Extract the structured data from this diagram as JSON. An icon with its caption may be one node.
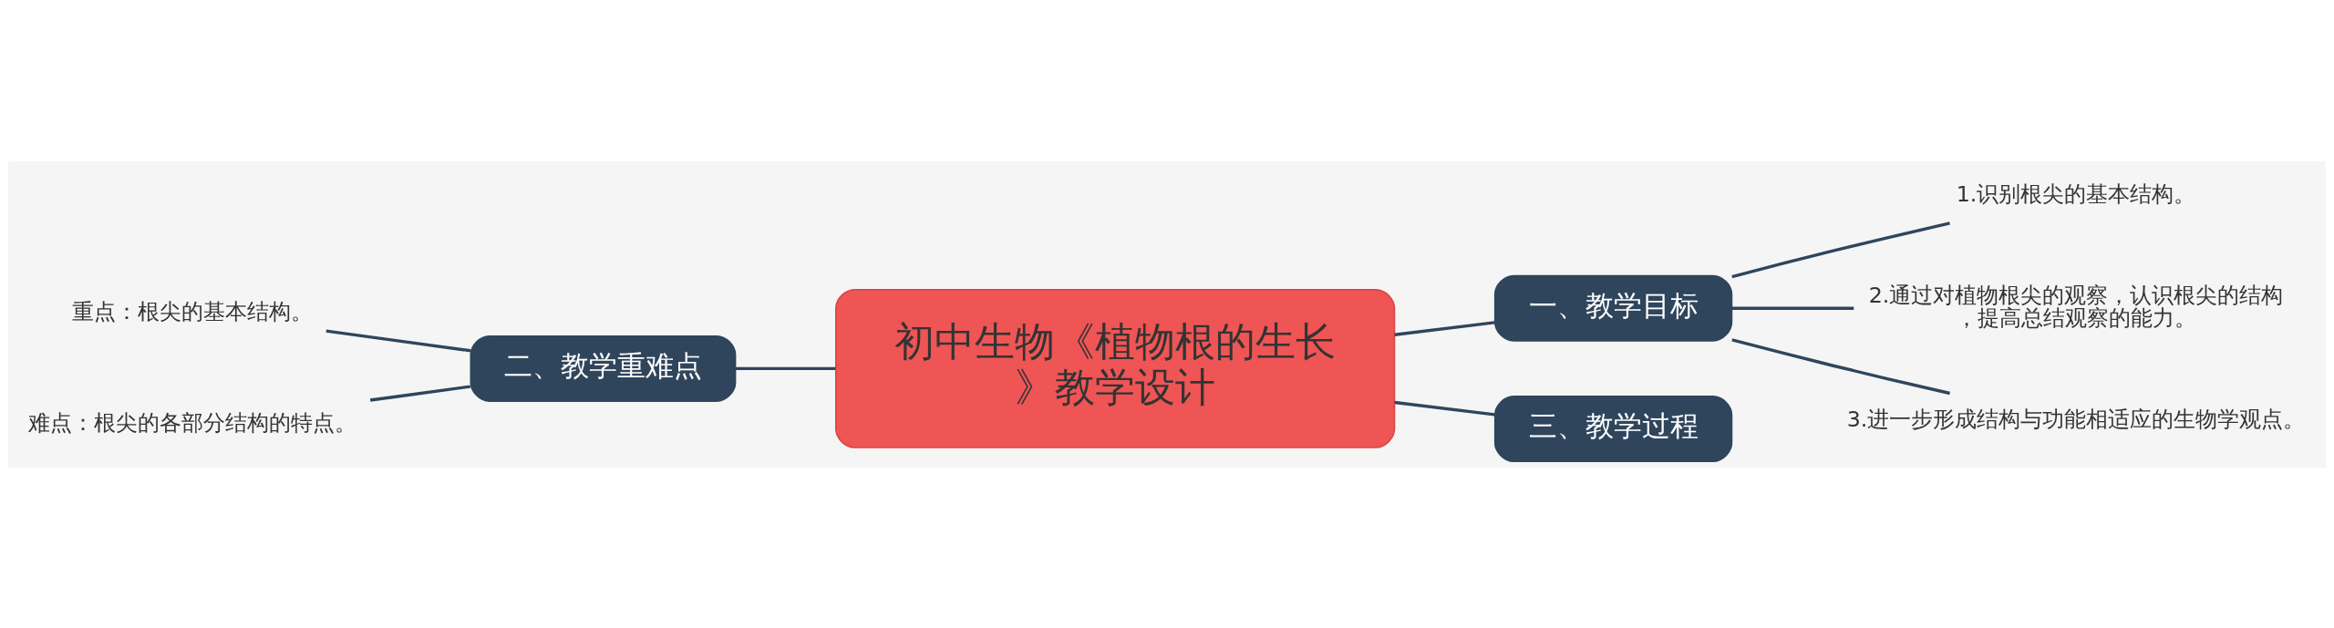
{
  "diagram": {
    "nodes": [
      {
        "text": [
          "初中生物《植物根的生长》教学设计"
        ]
      },
      {
        "text": [
          "一、教学目标"
        ]
      },
      {
        "text": [
          "1.识别根尖的基本结构。"
        ]
      },
      {
        "text": [
          "2.通过对植物根尖的观察，认识根尖的结构，提高总结观察的能力。"
        ]
      },
      {
        "text": [
          "3.进一步形成结构与功能相适应的生物学观点。"
        ]
      },
      {
        "text": [
          "二、教学重难点"
        ]
      },
      {
        "text": [
          "重点：根尖的基本结构。"
        ]
      },
      {
        "text": [
          "难点：根尖的各部分结构的特点。"
        ]
      },
      {
        "text": [
          "三、教学过程"
        ]
      }
    ],
    "edges": [
      {
        "from": 0,
        "to": 1,
        "arrow": "none"
      },
      {
        "from": 1,
        "to": 2,
        "arrow": "none"
      },
      {
        "from": 1,
        "to": 3,
        "arrow": "none"
      },
      {
        "from": 1,
        "to": 4,
        "arrow": "none"
      },
      {
        "from": 0,
        "to": 5,
        "arrow": "none"
      },
      {
        "from": 5,
        "to": 6,
        "arrow": "none"
      },
      {
        "from": 5,
        "to": 7,
        "arrow": "none"
      },
      {
        "from": 0,
        "to": 8,
        "arrow": "none"
      }
    ]
  }
}
